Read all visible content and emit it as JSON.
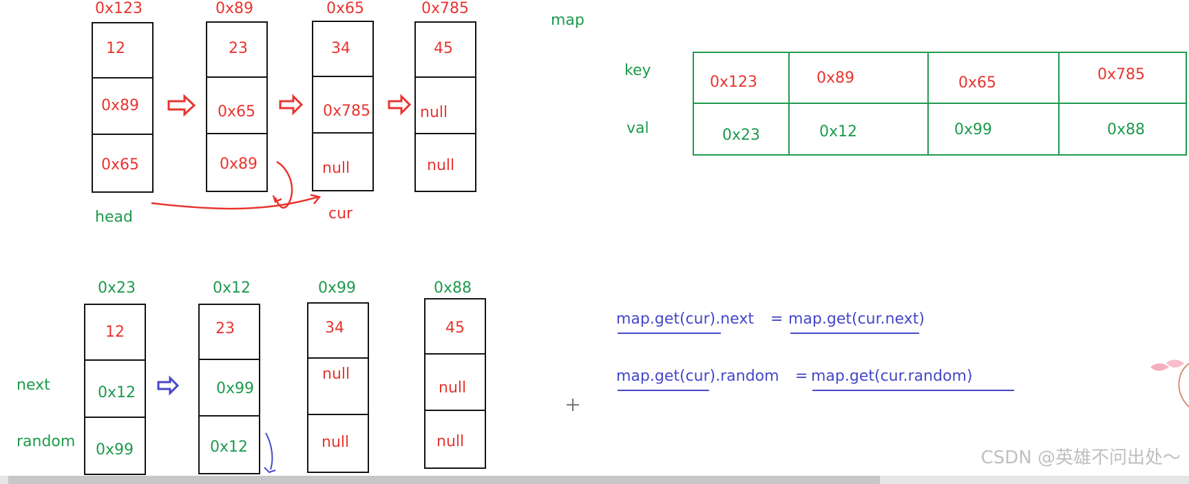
{
  "top_diagram": {
    "addresses": [
      "0x123",
      "0x89",
      "0x65",
      "0x785"
    ],
    "nodes": [
      [
        "12",
        "0x89",
        "0x65"
      ],
      [
        "23",
        "0x65",
        "0x89"
      ],
      [
        "34",
        "0x785",
        "null"
      ],
      [
        "45",
        "null",
        "null"
      ]
    ],
    "labels": {
      "head": "head",
      "cur": "cur"
    }
  },
  "map_table": {
    "title": "map",
    "row_labels": {
      "key": "key",
      "val": "val"
    },
    "keys": [
      "0x123",
      "0x89",
      "0x65",
      "0x785"
    ],
    "vals": [
      "0x23",
      "0x12",
      "0x99",
      "0x88"
    ]
  },
  "bottom_diagram": {
    "addresses": [
      "0x23",
      "0x12",
      "0x99",
      "0x88"
    ],
    "nodes": [
      [
        "12",
        "0x12",
        "0x99"
      ],
      [
        "23",
        "0x99",
        "0x12"
      ],
      [
        "34",
        "null",
        "null"
      ],
      [
        "45",
        "null",
        "null"
      ]
    ],
    "labels": {
      "next": "next",
      "random": "random"
    }
  },
  "formulas": {
    "line1_left": "map.get(cur).next",
    "line1_equals": "=",
    "line1_right": "map.get(cur.next)",
    "line2_left": "map.get(cur).random",
    "line2_equals": "=",
    "line2_right": "map.get(cur.random)"
  },
  "watermark": "CSDN @英雄不问出处～",
  "colors": {
    "red": "#e8342f",
    "green": "#1d9a4c",
    "blue": "#4447c8",
    "black": "#111111"
  }
}
